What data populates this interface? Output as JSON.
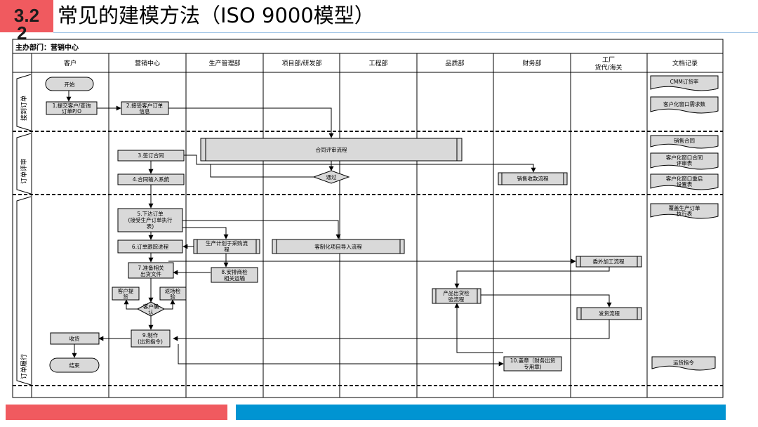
{
  "header": {
    "section_number": "3.2",
    "section_overflow": "2",
    "title": "常见的建模方法（ISO 9000模型）"
  },
  "diagram": {
    "top_label": "主办部门：营销中心",
    "columns": [
      "客户",
      "营销中心",
      "生产管理部",
      "项目部/研发部",
      "工程部",
      "品质部",
      "财务部",
      "工厂",
      "货代/海关",
      "文档记录"
    ],
    "phases": [
      "接到订单",
      "订单评审",
      "订单履行"
    ],
    "nodes": {
      "start": "开始",
      "n1a": "1.提交客户/查询",
      "n1b": "订单P/O",
      "n2a": "2.接受客户订单",
      "n2b": "信息",
      "review": "合同评审流程",
      "n3": "3.签订合同",
      "n4": "4.合同输入系统",
      "pass": "通过",
      "payment": "销售收款流程",
      "n5a": "5.下达订单",
      "n5b": "(接受生产订单执行",
      "n5c": "表)",
      "prod_a": "生产计划于采购流",
      "prod_b": "程",
      "custom": "客制化项目导入流程",
      "n6": "6.订单跟踪进程",
      "outsource": "委外加工流程",
      "n7a": "7.准备相关",
      "n7b": "出货文件",
      "n8a": "8.安排商检",
      "n8b": "相关运输",
      "cust_inspect_a": "客户提",
      "cust_inspect_b": "货",
      "site_inspect_a": "返场检",
      "site_inspect_b": "验",
      "cust_conf_a": "客户确",
      "cust_conf_b": "认",
      "qc_a": "产品出货检",
      "qc_b": "验流程",
      "ship": "发货流程",
      "receive": "收货",
      "n9a": "9.制作",
      "n9b": "(出货指令)",
      "end": "结束",
      "n10a": "10.盖章（财务出货",
      "n10b": "专用章)"
    },
    "docs": {
      "d1": "CMM订货率",
      "d2": "客户化窗口需求数",
      "d3": "销售合同",
      "d4a": "客户化窗口合同",
      "d4b": "评审表",
      "d5a": "客户化窗口重启",
      "d5b": "设置表",
      "d6a": "覆盖生产订单",
      "d6b": "执行表",
      "d7": "运货指令"
    }
  },
  "colors": {
    "accent_red": "#f05a5f",
    "accent_blue": "#0094d2",
    "title_rule": "#9cc3e5",
    "box_fill": "#d9d9d9"
  }
}
